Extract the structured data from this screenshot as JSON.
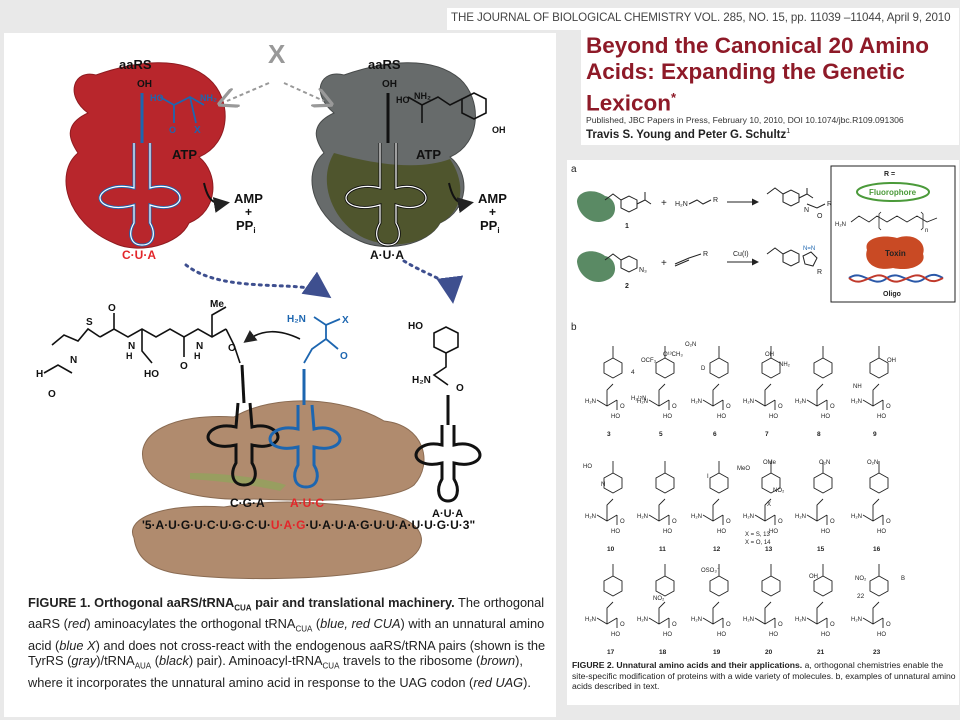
{
  "journal_header": "THE JOURNAL OF BIOLOGICAL CHEMISTRY  VOL. 285, NO. 15, pp. 11039 –11044, April 9, 2010",
  "title": {
    "main": "Beyond the Canonical 20 Amino Acids: Expanding the Genetic Lexicon",
    "mark": "*",
    "published_line": "Published, JBC Papers in Press, February 10, 2010, DOI 10.1074/jbc.R109.091306",
    "authors": "Travis S. Young and Peter G. Schultz",
    "author_mark": "1"
  },
  "figure1": {
    "labels": {
      "aars_left": "aaRS",
      "aars_right": "aaRS",
      "cross": "X",
      "atp_left": "ATP",
      "atp_right": "ATP",
      "amp_left": "AMP",
      "plus_left": "+",
      "ppi_left": "PP",
      "amp_right": "AMP",
      "plus_right": "+",
      "ppi_right": "PP",
      "ppi_sub": "i",
      "oh_left": "OH",
      "ho_left": "HO",
      "nh2_left": "NH₂",
      "x_left": "X",
      "o_left": "O",
      "oh_right": "OH",
      "ho_right": "HO",
      "nh2_right": "NH₂",
      "oh_ring": "OH",
      "anticodon_left": "C·U·A",
      "anticodon_right": "A·U·A",
      "anticodon_bottom_right": "A·U·A",
      "h2n_blue": "H₂N",
      "x_blue": "X",
      "o_blue": "O",
      "me": "Me",
      "s": "S",
      "h": "H",
      "n": "N",
      "ho_ser": "HO",
      "nh_a": "N",
      "nh_b": "N",
      "h_a": "H",
      "h_b": "H",
      "o_a": "O",
      "o_b": "O",
      "o_c": "O",
      "o_d": "O",
      "ho_tyr": "HO",
      "h2n_tyr": "H₂N",
      "o_tyr": "O",
      "cga": "C·G·A",
      "auc": "A·U·C",
      "mrna_prefix": "'5·A·U·G·U·C·U·G·C·U·",
      "mrna_uag": "U·A·G",
      "mrna_suffix": "·U·A·U·A·G·U·U·A·U·U·G·U·3\""
    },
    "caption": {
      "label": "FIGURE 1.",
      "title": "Orthogonal aaRS/tRNA",
      "title_sub": "CUA",
      "title_end": "pair and translational machinery.",
      "body": [
        "The orthogonal aaRS (",
        "red",
        ") aminoacylates the orthogonal tRNA",
        "CUA",
        " (",
        "blue, red CUA",
        ") with an unnatural amino acid (",
        "blue X",
        ") and does not cross-react with the endogenous aaRS/tRNA pairs (shown is the TyrRS (",
        "gray",
        ")/tRNA",
        "AUA",
        " (",
        "black",
        ") pair). Aminoacyl-tRNA",
        "CUA",
        " travels to the ribosome (",
        "brown",
        "), where it incorporates the unnatural amino acid in response to the UAG codon (",
        "red UAG",
        ")."
      ]
    }
  },
  "figure2": {
    "panel_a": {
      "letter": "a",
      "reagent_1": "H₂N",
      "reagent_1b": "R",
      "reagent_2": "R",
      "catalyst": "Cu(I)",
      "n3": "N₃",
      "oxime_n": "N",
      "oxime_o": "O",
      "oxime_r": "R",
      "triazole": "N=N",
      "triazole_r": "R",
      "compound_1": "1",
      "compound_2": "2",
      "r_box_title": "R =",
      "fluorophore": "Fluorophore",
      "peg_h2n": "H₂N",
      "peg_n": "n",
      "toxin": "Toxin",
      "oligo": "Oligo"
    },
    "panel_b": {
      "letter": "b",
      "compounds": [
        "3",
        "4",
        "5",
        "6",
        "7",
        "8",
        "9",
        "10",
        "11",
        "12",
        "13",
        "14",
        "15",
        "16",
        "17",
        "18",
        "19",
        "20",
        "21",
        "22",
        "23"
      ],
      "labels": {
        "h2n": "H₂N",
        "ho": "HO",
        "o": "O",
        "oh": "OH",
        "nh2": "NH₂",
        "ocf3": "OCF₃",
        "o13ch3": "O¹³CH₃",
        "h15n": "H₂¹⁵N",
        "o2n": "O₂N",
        "d": "D",
        "nh": "NH",
        "no2": "NO₂",
        "ho_q": "HO",
        "meo": "MeO",
        "ome": "OMe",
        "x": "X",
        "x13": "X = S, 13",
        "x14": "X = O, 14",
        "oso3": "OSO₃⁻",
        "b": "B",
        "i": "I",
        "n": "N"
      }
    },
    "caption": {
      "label": "FIGURE 2.",
      "title": "Unnatural amino acids and their applications.",
      "body_a": " a, orthogonal chemistries enable the site-specific modification of proteins with a wide variety of molecules.",
      "body_b": " b, examples of unnatural amino acids described in text."
    }
  },
  "colors": {
    "title": "#8e1a28",
    "aars_red": "#b8262c",
    "aars_gray": "#666a6a",
    "olive": "#4d5327",
    "trna_blue": "#1d66b0",
    "ribosome": "#b08b6e",
    "codon_red": "#e3262a",
    "fluor_green": "#4b9a3a",
    "toxin": "#c94a24",
    "protein_green": "#5a8a64"
  }
}
